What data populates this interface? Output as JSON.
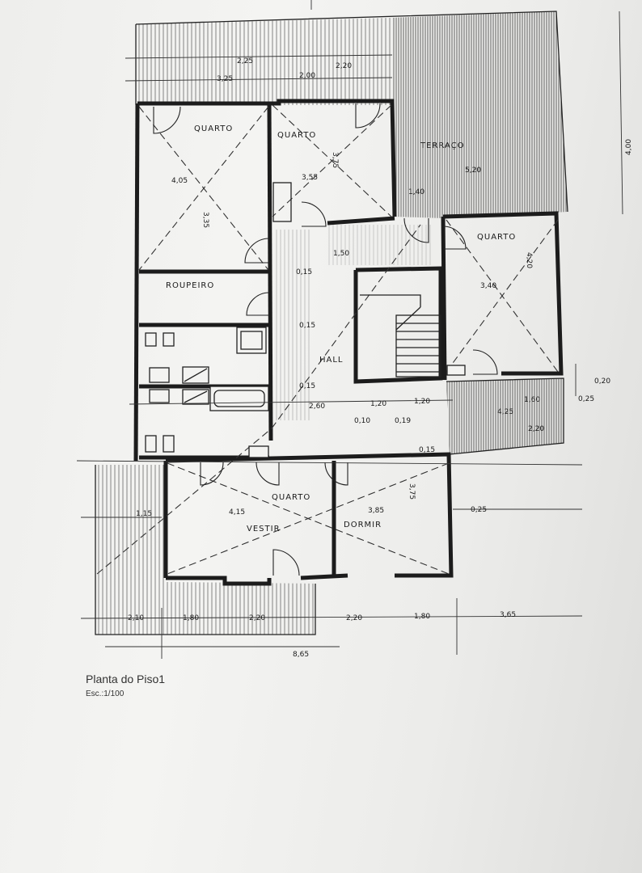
{
  "caption": {
    "title": "Planta do Piso1",
    "scale": "Esc.:1/100"
  },
  "rooms": {
    "quarto_nw": "QUARTO",
    "quarto_n": "QUARTO",
    "terraco": "TERRAÇO",
    "quarto_e": "QUARTO",
    "roupeiro": "ROUPEIRO",
    "hall": "HALL",
    "quarto_s": "QUARTO",
    "vestir": "VESTIR",
    "dormir": "DORMIR"
  },
  "dimensions": {
    "d_2_25": "2,25",
    "d_3_25": "3,25",
    "d_2_00": "2,00",
    "d_2_20_top": "2,20",
    "d_4_00": "4,00",
    "d_4_05": "4,05",
    "d_3_35": "3,35",
    "d_3_55": "3,55",
    "d_3_75": "3,75",
    "d_5_20": "5,20",
    "d_1_40": "1,40",
    "d_1_50": "1,50",
    "d_4_20": "4,20",
    "d_3_40": "3,40",
    "d_0_15_a": "0,15",
    "d_0_15_b": "0,15",
    "d_0_15_c": "0,15",
    "d_2_60": "2,60",
    "d_1_20_a": "1,20",
    "d_1_20_b": "1,20",
    "d_0_10": "0,10",
    "d_0_19": "0,19",
    "d_0_20": "0,20",
    "d_0_25_a": "0,25",
    "d_1_60": "1,60",
    "d_4_25": "4,25",
    "d_2_20_r": "2,20",
    "d_0_15_d": "0,15",
    "d_1_15": "1,15",
    "d_4_15": "4,15",
    "d_3_85": "3,85",
    "d_0_25_b": "0,25",
    "d_3_75_s": "3,75",
    "d_2_10": "2,10",
    "d_1_80_a": "1,80",
    "d_2_20_b": "2,20",
    "d_2_20_c": "2,20",
    "d_1_80_b": "1,80",
    "d_3_65": "3,65",
    "d_8_65": "8,65"
  }
}
